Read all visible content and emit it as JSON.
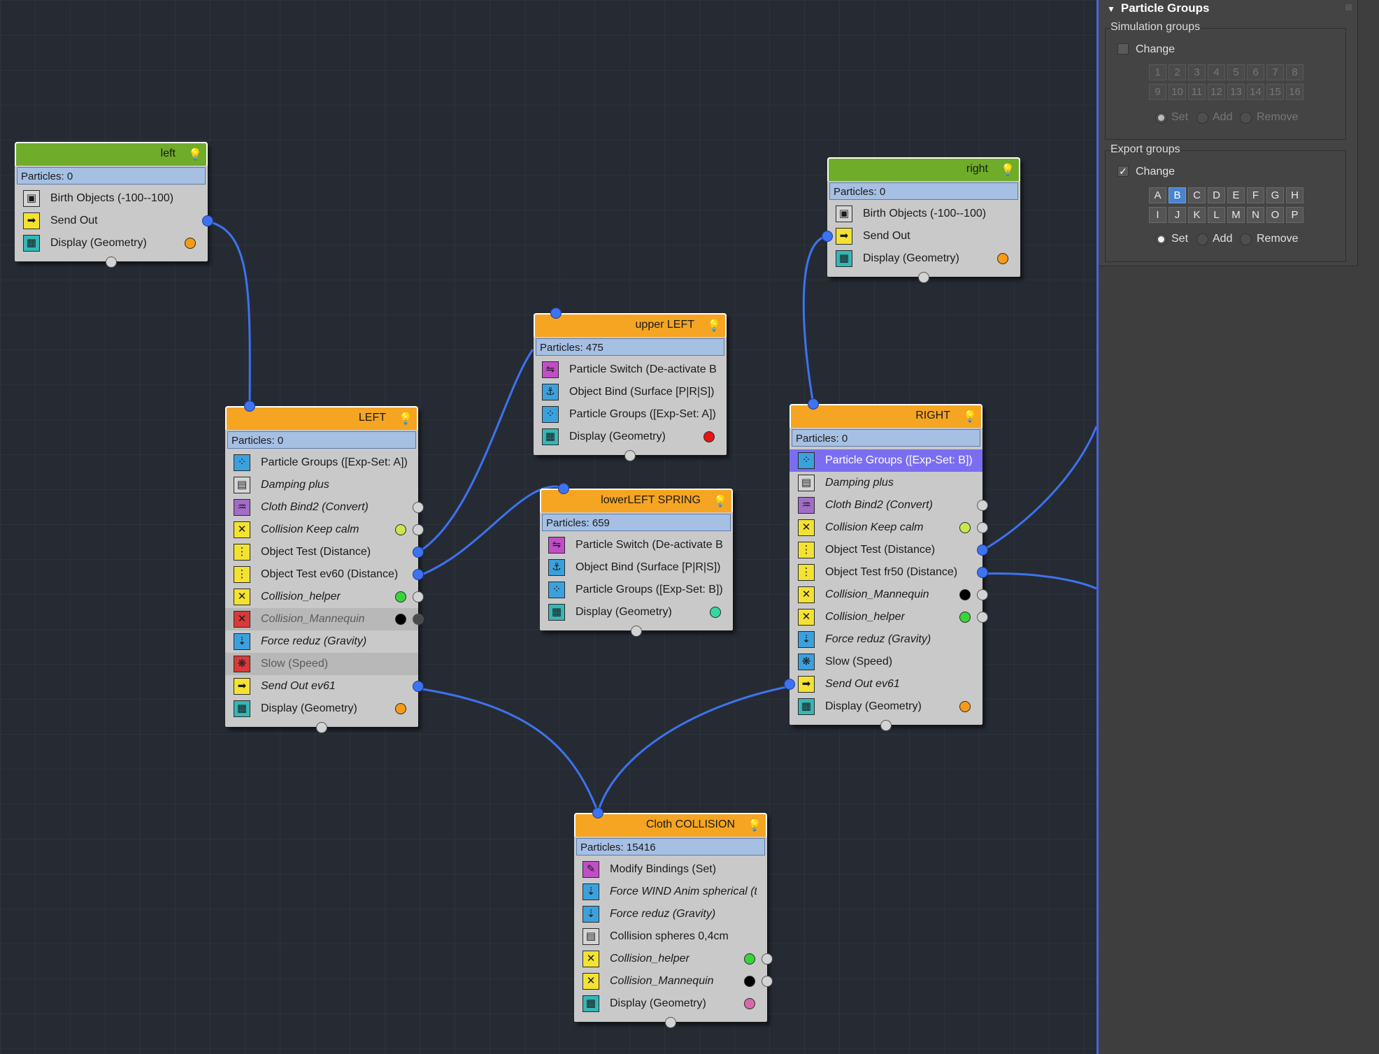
{
  "panel": {
    "title": "Particle Groups",
    "simulation": {
      "label": "Simulation groups",
      "change_label": "Change",
      "buttons": [
        "1",
        "2",
        "3",
        "4",
        "5",
        "6",
        "7",
        "8",
        "9",
        "10",
        "11",
        "12",
        "13",
        "14",
        "15",
        "16"
      ],
      "radios": [
        "Set",
        "Add",
        "Remove"
      ]
    },
    "export": {
      "label": "Export groups",
      "change_label": "Change",
      "change_checked": "✓",
      "buttons": [
        "A",
        "B",
        "C",
        "D",
        "E",
        "F",
        "G",
        "H",
        "I",
        "J",
        "K",
        "L",
        "M",
        "N",
        "O",
        "P"
      ],
      "selected": "B",
      "radios": [
        "Set",
        "Add",
        "Remove"
      ]
    }
  },
  "nodes": {
    "left": {
      "title": "left",
      "particles": "Particles: 0",
      "ops": [
        "Birth Objects (-100--100)",
        "Send Out",
        "Display (Geometry)"
      ]
    },
    "right_event": {
      "title": "right",
      "particles": "Particles: 0",
      "ops": [
        "Birth Objects (-100--100)",
        "Send Out",
        "Display (Geometry)"
      ]
    },
    "upper_left": {
      "title": "upper LEFT",
      "particles": "Particles: 475",
      "ops": [
        "Particle Switch (De-activate Bi...",
        "Object Bind (Surface [P|R|S])",
        "Particle Groups ([Exp-Set: A])",
        "Display (Geometry)"
      ]
    },
    "lower_left": {
      "title": "lowerLEFT SPRING",
      "particles": "Particles: 659",
      "ops": [
        "Particle Switch (De-activate Bi...",
        "Object Bind (Surface [P|R|S])",
        "Particle Groups ([Exp-Set: B])",
        "Display (Geometry)"
      ]
    },
    "LEFT": {
      "title": "LEFT",
      "particles": "Particles: 0",
      "ops": [
        "Particle Groups ([Exp-Set: A])",
        "Damping plus",
        "Cloth Bind2 (Convert)",
        "Collision Keep calm",
        "Object Test (Distance)",
        "Object Test ev60  (Distance)",
        "Collision_helper",
        "Collision_Mannequin",
        "Force reduz (Gravity)",
        "Slow (Speed)",
        "Send Out ev61",
        "Display (Geometry)"
      ]
    },
    "RIGHT": {
      "title": "RIGHT",
      "particles": "Particles: 0",
      "ops": [
        "Particle Groups ([Exp-Set: B])",
        "Damping plus",
        "Cloth Bind2 (Convert)",
        "Collision Keep calm",
        "Object Test (Distance)",
        "Object Test fr50  (Distance)",
        "Collision_Mannequin",
        "Collision_helper",
        "Force reduz (Gravity)",
        "Slow (Speed)",
        "Send Out ev61",
        "Display (Geometry)"
      ]
    },
    "cloth": {
      "title": "Cloth COLLISION",
      "particles": "Particles: 15416",
      "ops": [
        "Modify Bindings (Set)",
        "Force WIND Anim spherical (t...",
        "Force reduz (Gravity)",
        "Collision spheres 0,4cm",
        "Collision_helper",
        "Collision_Mannequin",
        "Display (Geometry)"
      ]
    }
  },
  "colors": {
    "wire": "#3d73f0",
    "event_header_green": "#6fac2a",
    "event_header_orange": "#f5a522",
    "selection": "#7b6df0",
    "panel_accent": "#4a63d8"
  }
}
